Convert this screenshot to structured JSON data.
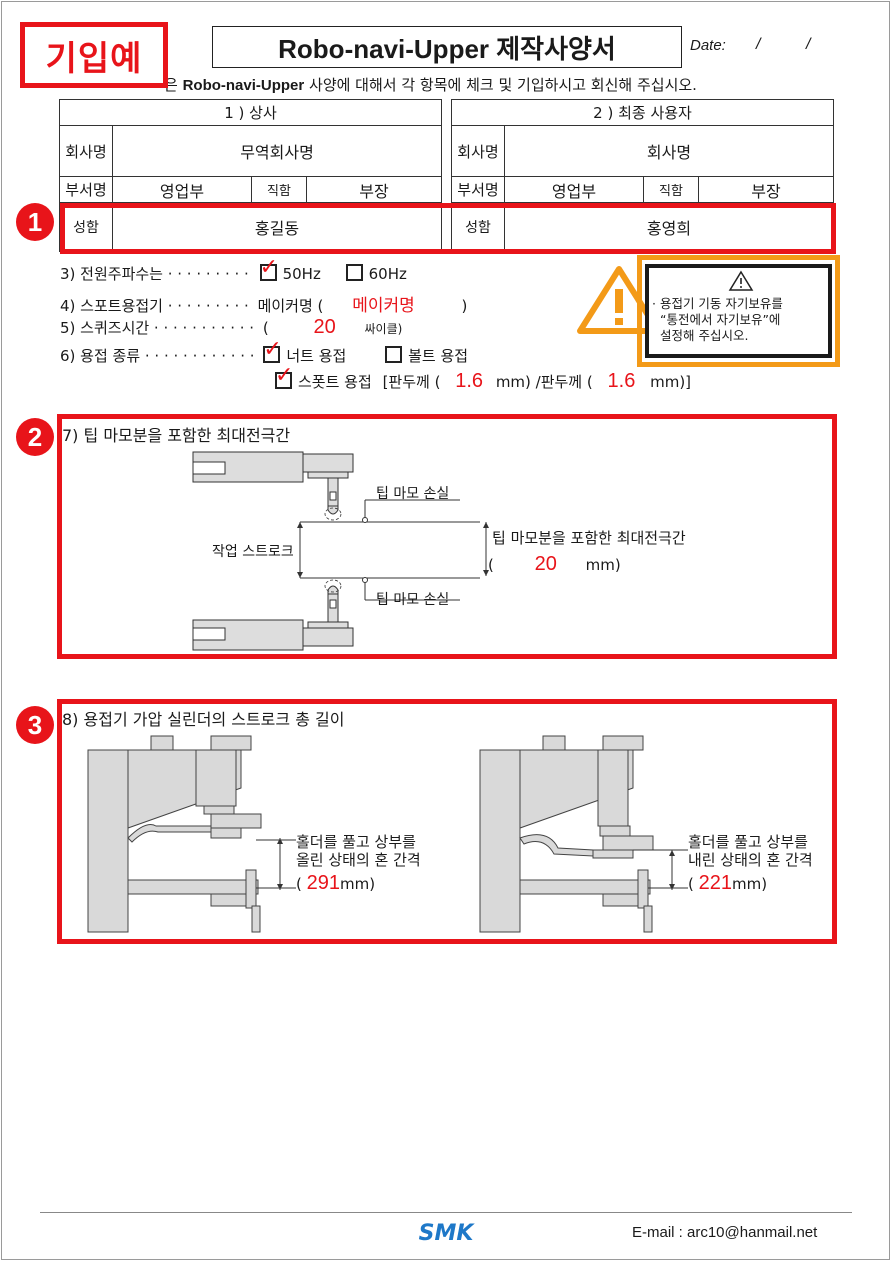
{
  "stamp": "기입예",
  "title": "Robo-navi-Upper 제작사양서",
  "date": {
    "label": "Date:",
    "sep1": "/",
    "sep2": "/"
  },
  "intro": {
    "prefix": "은 ",
    "product": "Robo-navi-Upper",
    "text": " 사양에 대해서 각 항목에 체크 및 기입하시고 회신해 주십시오."
  },
  "table": {
    "left_header": "1 ) 상사",
    "right_header": "2 ) 최종 사용자",
    "company_label": "회사명",
    "dept_label": "부서명",
    "position_label": "직함",
    "name_label": "성함",
    "left": {
      "company": "무역회사명",
      "dept": "영업부",
      "position": "부장",
      "name": "홍길동"
    },
    "right": {
      "company": "회사명",
      "dept": "영업부",
      "position": "부장",
      "name": "홍영희"
    }
  },
  "badges": [
    "1",
    "2",
    "3"
  ],
  "form": {
    "freq_label": "3) 전원주파수는 · · · · · · · · ·",
    "freq_opt1": "50Hz",
    "freq_opt2": "60Hz",
    "welder_label": "4) 스포트용접기 · · · · · · · · ·",
    "welder_prefix": "메이커명 (",
    "welder_value": "메이커명",
    "welder_suffix": ")",
    "squeeze_label": "5) 스퀴즈시간 · · · · · · · · · · ·",
    "squeeze_open": "(",
    "squeeze_value": "20",
    "squeeze_unit": "싸이클)",
    "weld_label": "6) 용접 종류 · · · · · · · · · · · ·",
    "weld_opt1": "너트 용접",
    "weld_opt2": "볼트 용접",
    "weld_opt3": "스폿트 용접",
    "thick_prefix": "[판두께 (",
    "thick1": "1.6",
    "thick_mid": "mm) /판두께 (",
    "thick2": "1.6",
    "thick_suffix": "mm)]"
  },
  "warning": {
    "line1": "· 용접기 기동 자기보유를",
    "line2": "“통전에서 자기보유”에",
    "line3": "설정해 주십시오."
  },
  "section2": {
    "title": "7) 팁 마모분을 포함한 최대전극간",
    "tip_wear_top": "팁 마모 손실",
    "tip_wear_bottom": "팁 마모 손실",
    "stroke": "작업 스트로크",
    "max_gap": "팁 마모분을 포함한 최대전극간",
    "open": "(",
    "value": "20",
    "unit": "mm)"
  },
  "section3": {
    "title": "8) 용접기 가압 실린더의 스트로크 총 길이",
    "left_line1": "홀더를 풀고 상부를",
    "left_line2": "올린 상태의 혼 간격",
    "left_open": "(",
    "left_value": "291",
    "left_unit": "mm)",
    "right_line1": "홀더를 풀고 상부를",
    "right_line2": "내린 상태의 혼 간격",
    "right_open": "(",
    "right_value": "221",
    "right_unit": "mm)"
  },
  "footer": {
    "logo": "SMK",
    "email": "E-mail : arc10@hanmail.net"
  },
  "colors": {
    "accent_red": "#e8141a",
    "warning_orange": "#f39a18"
  }
}
